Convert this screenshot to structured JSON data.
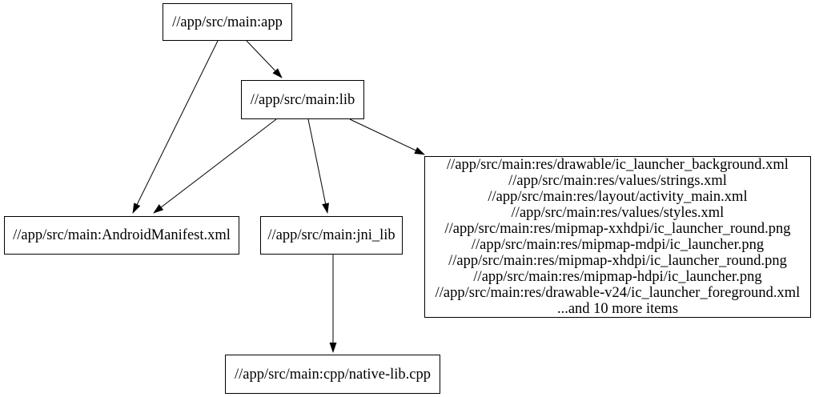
{
  "colors": {
    "background": "#ffffff",
    "node_border": "#000000",
    "node_fill": "#ffffff",
    "edge": "#000000",
    "text": "#000000"
  },
  "nodes": {
    "app": {
      "label": "//app/src/main:app"
    },
    "lib": {
      "label": "//app/src/main:lib"
    },
    "android_manifest": {
      "label": "//app/src/main:AndroidManifest.xml"
    },
    "jni_lib": {
      "label": "//app/src/main:jni_lib"
    },
    "res_group": {
      "lines": [
        "//app/src/main:res/drawable/ic_launcher_background.xml",
        "//app/src/main:res/values/strings.xml",
        "//app/src/main:res/layout/activity_main.xml",
        "//app/src/main:res/values/styles.xml",
        "//app/src/main:res/mipmap-xxhdpi/ic_launcher_round.png",
        "//app/src/main:res/mipmap-mdpi/ic_launcher.png",
        "//app/src/main:res/mipmap-xhdpi/ic_launcher_round.png",
        "//app/src/main:res/mipmap-hdpi/ic_launcher.png",
        "//app/src/main:res/drawable-v24/ic_launcher_foreground.xml",
        "...and 10 more items"
      ]
    },
    "native_lib": {
      "label": "//app/src/main:cpp/native-lib.cpp"
    }
  },
  "edges": [
    {
      "from": "app",
      "to": "android_manifest"
    },
    {
      "from": "app",
      "to": "lib"
    },
    {
      "from": "lib",
      "to": "android_manifest"
    },
    {
      "from": "lib",
      "to": "jni_lib"
    },
    {
      "from": "lib",
      "to": "res_group"
    },
    {
      "from": "jni_lib",
      "to": "native_lib"
    }
  ]
}
